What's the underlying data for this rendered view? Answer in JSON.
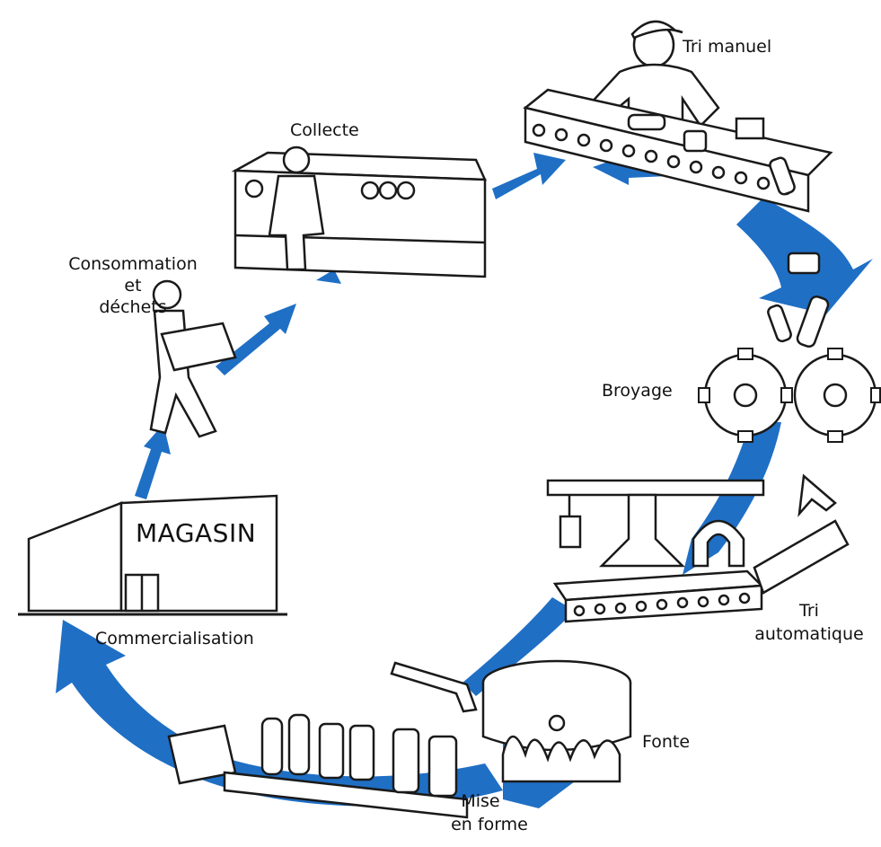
{
  "stages": {
    "tri_manuel": "Tri manuel",
    "collecte": "Collecte",
    "consommation": [
      "Consommation",
      "et",
      "déchets"
    ],
    "magasin_sign": "MAGASIN",
    "commercialisation": "Commercialisation",
    "broyage": "Broyage",
    "tri_automatique": [
      "Tri",
      "automatique"
    ],
    "fonte": "Fonte",
    "mise_en_forme": [
      "Mise",
      "en forme"
    ]
  },
  "colors": {
    "arrow_blue": "#1f6fc5",
    "line": "#1a1a1a",
    "fill": "#ffffff"
  }
}
